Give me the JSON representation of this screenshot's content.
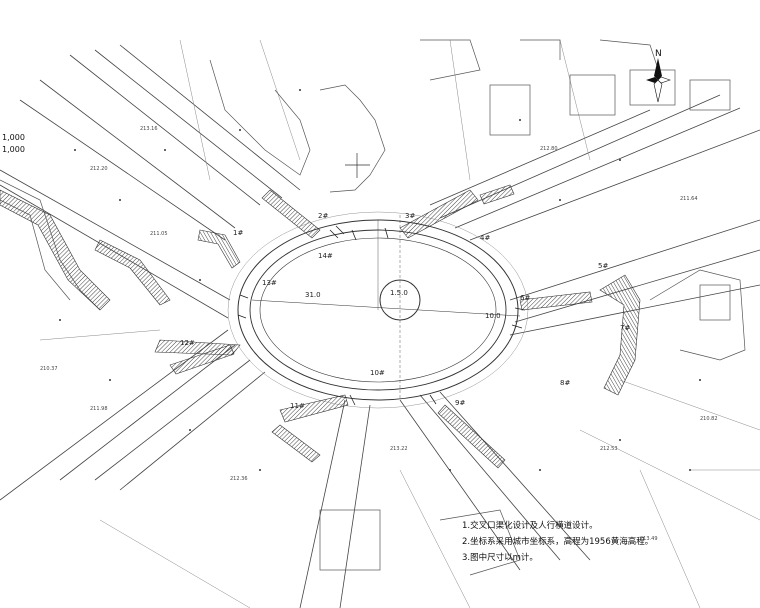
{
  "colors": {
    "line": "#333333",
    "thin": "#777777",
    "hatch": "#555555",
    "bg": "#ffffff"
  },
  "compass": {
    "label": "N"
  },
  "scale": {
    "line1": "1,000",
    "line2": "1,000"
  },
  "island": {
    "label": "1.5.0",
    "diameter": "31.0",
    "radius": "10.0"
  },
  "crosswalk_labels": [
    "1#",
    "2#",
    "3#",
    "4#",
    "5#",
    "6#",
    "7#",
    "8#",
    "9#",
    "10#",
    "11#",
    "12#",
    "13#",
    "14#"
  ],
  "elevations": [
    "211.05",
    "212.20",
    "213.16",
    "212.80",
    "211.64",
    "210.82",
    "213.49",
    "212.36",
    "211.98",
    "210.37",
    "213.22",
    "212.53"
  ],
  "notes": {
    "line1": "1.交叉口渠化设计及人行横道设计。",
    "line2": "2.坐标系采用城市坐标系，高程为1956黄海高程。",
    "line3": "3.图中尺寸以m计。"
  }
}
